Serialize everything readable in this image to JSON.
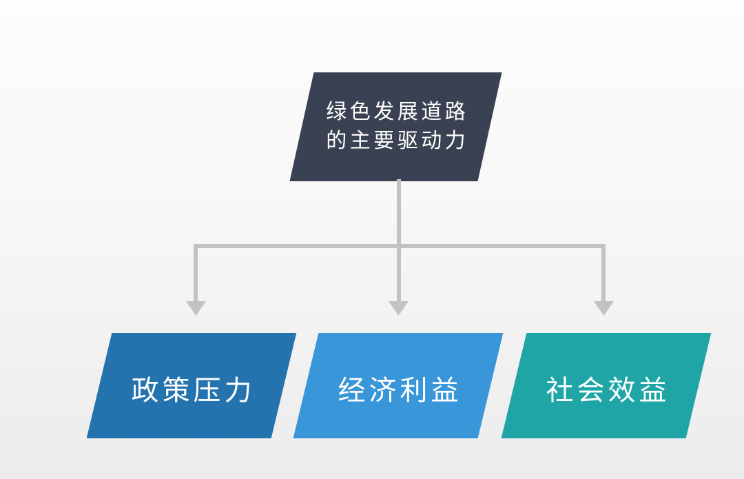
{
  "slide": {
    "background_top_color": "#fdfdfd",
    "background_bottom_color": "#ececed",
    "text_color": "#ffffff",
    "connector_color": "#c2c2c3",
    "root": {
      "lines": [
        "绿色发展道路",
        "的主要驱动力"
      ],
      "color": "#3a4152"
    },
    "children": [
      {
        "label": "政策压力",
        "color": "#2473ae"
      },
      {
        "label": "经济利益",
        "color": "#3996d9"
      },
      {
        "label": "社会效益",
        "color": "#20a5a6"
      }
    ]
  }
}
